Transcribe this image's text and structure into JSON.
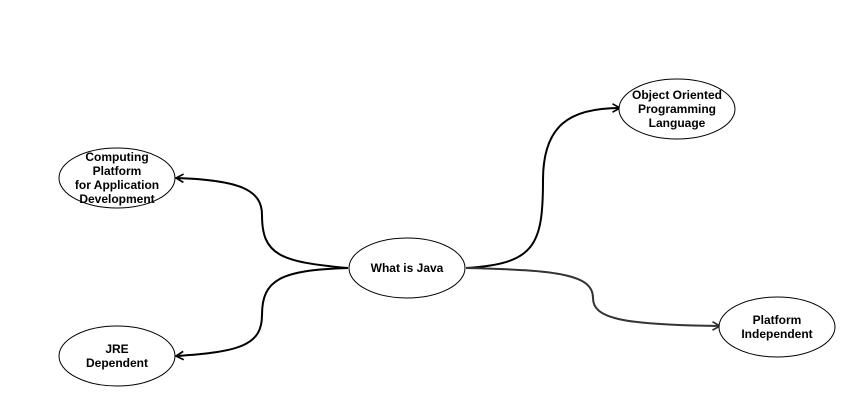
{
  "diagram": {
    "nodes": {
      "center": {
        "label": "What is Java"
      },
      "oop": {
        "label": "Object Oriented\nProgramming\nLanguage"
      },
      "platform": {
        "label": "Platform\nIndependent"
      },
      "computing": {
        "label": "Computing\nPlatform\nfor Application\nDevelopment"
      },
      "jre": {
        "label": "JRE\nDependent"
      }
    }
  }
}
